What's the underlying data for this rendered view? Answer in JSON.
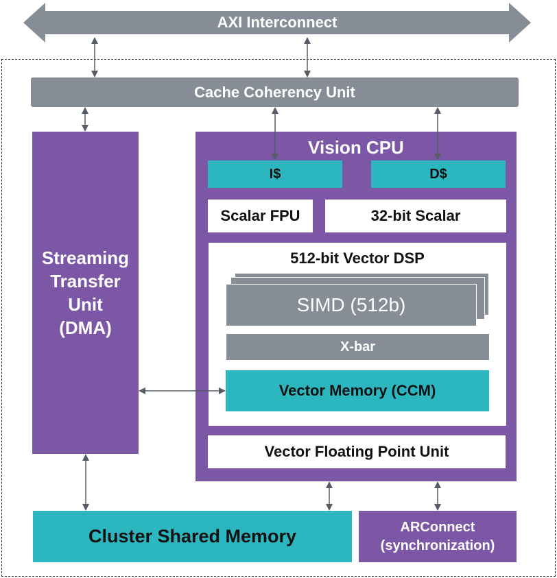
{
  "colors": {
    "gray": "#868d96",
    "gray_dark": "#7f868f",
    "purple": "#7c57a5",
    "teal": "#2cb6c0",
    "white": "#ffffff",
    "text_dark": "#111111",
    "arrow": "#555c66"
  },
  "axi": {
    "label": "AXI Interconnect"
  },
  "ccu": {
    "label": "Cache Coherency Unit"
  },
  "stu": {
    "label": "Streaming Transfer Unit (DMA)",
    "lines": [
      "Streaming",
      "Transfer",
      "Unit",
      "(DMA)"
    ]
  },
  "vision_cpu": {
    "title": "Vision CPU",
    "icache": "I$",
    "dcache": "D$",
    "scalar_fpu": "Scalar FPU",
    "scalar": "32-bit Scalar",
    "vector_dsp": {
      "title": "512-bit Vector DSP",
      "simd": "SIMD (512b)",
      "xbar": "X-bar",
      "vector_memory": "Vector Memory (CCM)"
    },
    "vfpu": "Vector Floating Point Unit"
  },
  "cluster_memory": {
    "label": "Cluster Shared Memory"
  },
  "arconnect": {
    "label": "ARConnect (synchronization)",
    "lines": [
      "ARConnect",
      "(synchronization)"
    ]
  }
}
